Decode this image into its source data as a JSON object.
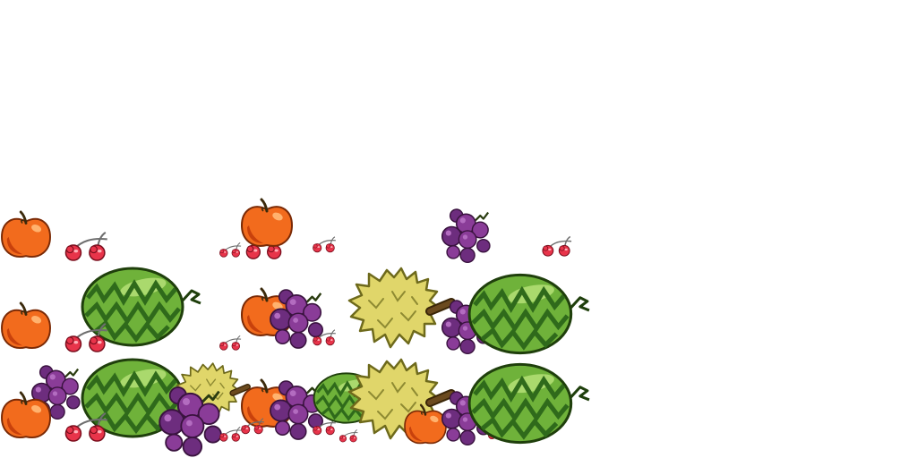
{
  "sheet": {
    "background": "#ffffff",
    "sprites": [
      {
        "id": "apple-1",
        "kind": "apple"
      },
      {
        "id": "cherries-1",
        "kind": "cherries"
      },
      {
        "id": "cherries-2",
        "kind": "cherries"
      },
      {
        "id": "cherries-3",
        "kind": "cherries"
      },
      {
        "id": "apple-2",
        "kind": "apple"
      },
      {
        "id": "cherries-4",
        "kind": "cherries"
      },
      {
        "id": "grapes-1",
        "kind": "grapes"
      },
      {
        "id": "cherries-5",
        "kind": "cherries"
      },
      {
        "id": "apple-3",
        "kind": "apple"
      },
      {
        "id": "watermelon-1",
        "kind": "watermelon"
      },
      {
        "id": "cherries-6",
        "kind": "cherries"
      },
      {
        "id": "apple-4",
        "kind": "apple"
      },
      {
        "id": "grapes-2",
        "kind": "grapes"
      },
      {
        "id": "cherries-7",
        "kind": "cherries"
      },
      {
        "id": "cherries-8",
        "kind": "cherries"
      },
      {
        "id": "durian-1",
        "kind": "durian"
      },
      {
        "id": "grapes-3",
        "kind": "grapes"
      },
      {
        "id": "watermelon-2",
        "kind": "watermelon"
      },
      {
        "id": "grapes-4",
        "kind": "grapes"
      },
      {
        "id": "apple-5",
        "kind": "apple"
      },
      {
        "id": "watermelon-3",
        "kind": "watermelon"
      },
      {
        "id": "cherries-9",
        "kind": "cherries"
      },
      {
        "id": "durian-2",
        "kind": "durian"
      },
      {
        "id": "grapes-5",
        "kind": "grapes"
      },
      {
        "id": "cherries-10",
        "kind": "cherries"
      },
      {
        "id": "apple-6",
        "kind": "apple"
      },
      {
        "id": "grapes-6",
        "kind": "grapes"
      },
      {
        "id": "cherries-11",
        "kind": "cherries"
      },
      {
        "id": "cherries-12",
        "kind": "cherries"
      },
      {
        "id": "watermelon-4",
        "kind": "watermelon"
      },
      {
        "id": "cherries-13",
        "kind": "cherries"
      },
      {
        "id": "durian-3",
        "kind": "durian"
      },
      {
        "id": "apple-7",
        "kind": "apple"
      },
      {
        "id": "grapes-7",
        "kind": "grapes"
      },
      {
        "id": "cherries-14",
        "kind": "cherries"
      },
      {
        "id": "watermelon-5",
        "kind": "watermelon"
      }
    ]
  },
  "palette": {
    "apple": "#f26b1d",
    "apple_dark": "#c8410c",
    "apple_highlight": "#ffb26e",
    "cherry": "#e8344a",
    "cherry_dark": "#b01e33",
    "stem_grey": "#6e6e6e",
    "grape": "#8a3c98",
    "grape_dark": "#4e1f5a",
    "grape_highlight": "#b36cc0",
    "melon": "#6fb23a",
    "melon_dark": "#2f6a1b",
    "melon_light": "#b9e27a",
    "durian": "#e0d66a",
    "durian_dark": "#8e8a32",
    "durian_stem": "#6b4a1e",
    "outline": "#1f2d10"
  }
}
